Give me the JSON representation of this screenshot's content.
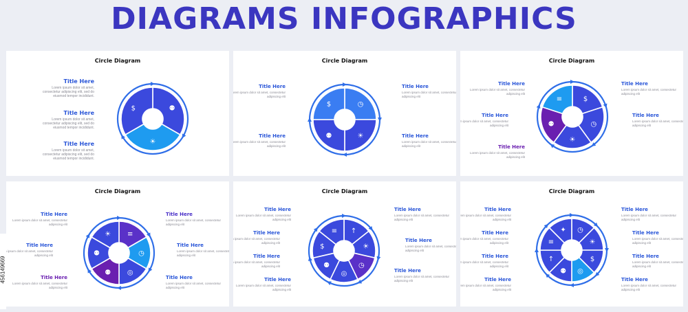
{
  "heading": "DIAGRAMS INFOGRAPHICS",
  "stock_id": "456149669",
  "lorem_short": "Lorem ipsum dolor sit amet, consectetur adipiscing elit",
  "lorem_long": "Lorem ipsum dolor sit amet, consectetur adipiscing elit, sed do eiusmod tempor incididunt.",
  "colors": {
    "accent": "#2a56d8",
    "title": "#3b36c0",
    "blue": "#3a7df2",
    "indigo": "#3b49dd",
    "cyan": "#1e9bf0",
    "violet": "#5a31c8",
    "purple": "#6a1fb0"
  },
  "cards": [
    {
      "title": "Circle Diagram",
      "label_title": "Title Here",
      "segments": 3,
      "icons": [
        "team-icon",
        "lightbulb-icon",
        "money-hand-icon"
      ]
    },
    {
      "title": "Circle Diagram",
      "label_title": "Title Here",
      "segments": 4,
      "icons": [
        "clock-icon",
        "lightbulb-icon",
        "team-icon",
        "money-hand-icon"
      ]
    },
    {
      "title": "Circle Diagram",
      "label_title": "Title Here",
      "segments": 5,
      "icons": [
        "money-hand-icon",
        "clock-icon",
        "lightbulb-icon",
        "team-icon",
        "chart-icon"
      ]
    },
    {
      "title": "Circle Diagram",
      "label_title": "Title Here",
      "segments": 6,
      "icons": [
        "chart-icon",
        "clock-icon",
        "target-icon",
        "team-icon",
        "team-icon",
        "lightbulb-icon"
      ]
    },
    {
      "title": "Circle Diagram",
      "label_title": "Title Here",
      "segments": 7,
      "icons": [
        "rocket-icon",
        "lightbulb-icon",
        "clock-icon",
        "target-icon",
        "team-icon",
        "money-hand-icon",
        "chart-icon"
      ]
    },
    {
      "title": "Circle Diagram",
      "label_title": "Title Here",
      "segments": 8,
      "icons": [
        "clock-icon",
        "lightbulb-icon",
        "money-hand-icon",
        "target-icon",
        "team-icon",
        "rocket-icon",
        "chart-icon",
        "handshake-icon"
      ]
    }
  ]
}
